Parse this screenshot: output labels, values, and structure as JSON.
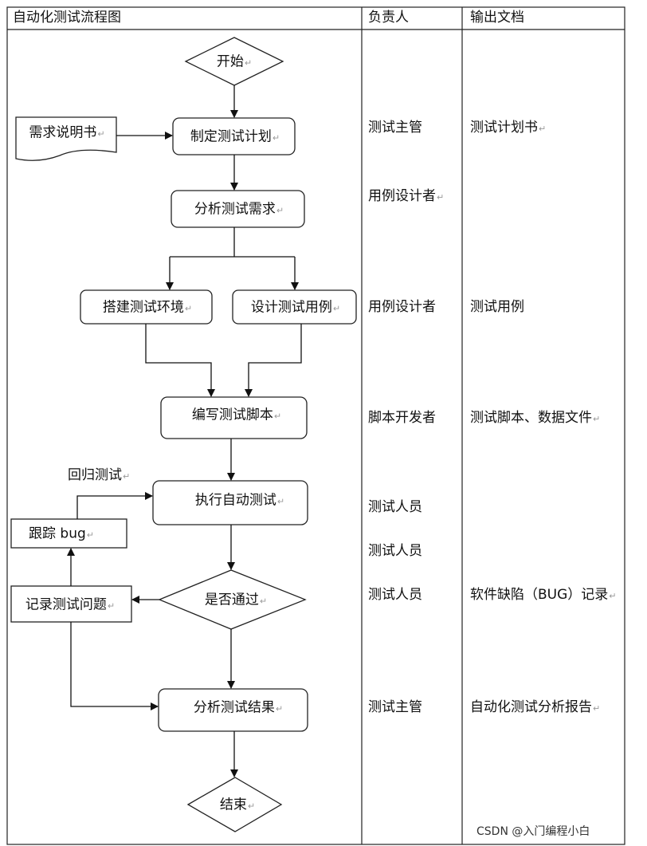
{
  "header": {
    "col_flow": "自动化测试流程图",
    "col_owner": "负责人",
    "col_output": "输出文档"
  },
  "nodes": {
    "start": "开始",
    "requirements_doc": "需求说明书",
    "make_plan": "制定测试计划",
    "analyze_requirements": "分析测试需求",
    "setup_env": "搭建测试环境",
    "design_cases": "设计测试用例",
    "write_scripts": "编写测试脚本",
    "regression_label": "回归测试",
    "run_tests": "执行自动测试",
    "track_bug": "跟踪 bug",
    "log_issues": "记录测试问题",
    "passed": "是否通过",
    "analyze_results": "分析测试结果",
    "end": "结束"
  },
  "owners": [
    "测试主管",
    "用例设计者",
    "用例设计者",
    "脚本开发者",
    "测试人员",
    "测试人员",
    "测试人员",
    "测试主管"
  ],
  "outputs": [
    "测试计划书",
    "测试用例",
    "测试脚本、数据文件",
    "软件缺陷（BUG）记录",
    "自动化测试分析报告"
  ],
  "watermark": "CSDN @入门编程小白"
}
